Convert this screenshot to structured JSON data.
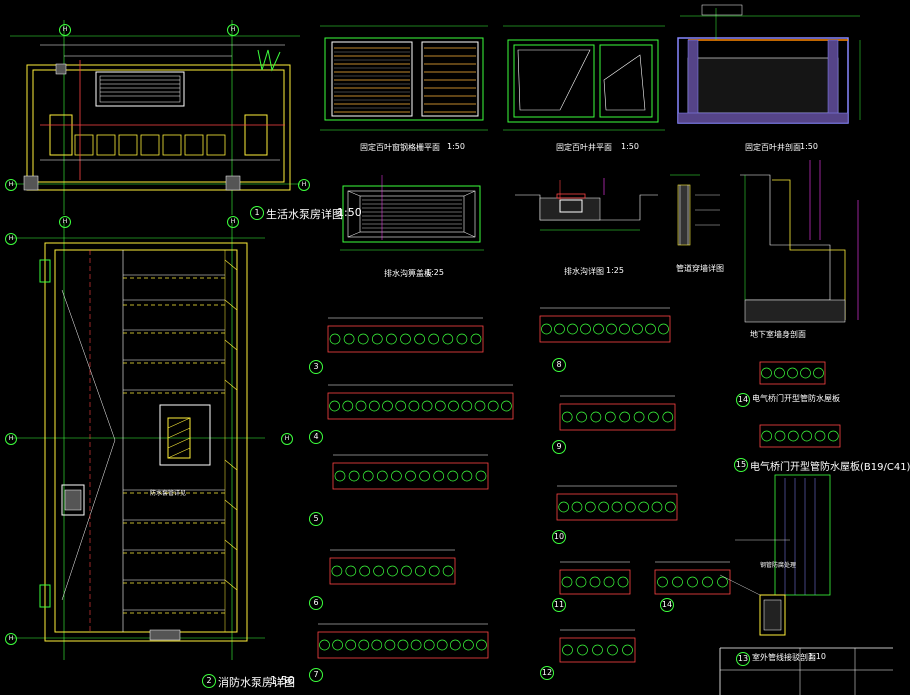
{
  "titles": {
    "t1": "生活水泵房详图",
    "t1_scale": "1:50",
    "t1_num": "1",
    "t2": "消防水泵房详图",
    "t2_scale": "1:50",
    "t2_num": "2",
    "grille_plan": "固定百叶窗钢格栅平面",
    "grille_plan_scale": "1:50",
    "cleanout_plan": "固定百叶井平面",
    "cleanout_plan_scale": "1:50",
    "cleanout_section": "固定百叶井剖面",
    "cleanout_section_scale": "1:50",
    "drain_cover": "排水沟箅盖板",
    "drain_cover_scale": "1:25",
    "drain_section": "排水沟详图",
    "drain_section_scale": "1:25",
    "pipe_detail": "管道穿墙详图",
    "basement_wall": "地下室墙身剖面",
    "d14": "电气桥门开型管防水屋板",
    "d15": "电气桥门开型管防水屋板(B19/C41)",
    "d13": "室外管线接驳剖面",
    "d13_scale": "1:10"
  },
  "callout_numbers": [
    "3",
    "4",
    "5",
    "6",
    "7",
    "8",
    "9",
    "10",
    "11",
    "12",
    "13",
    "14",
    "15"
  ],
  "axis_labels": [
    "H",
    "H",
    "H",
    "H",
    "H",
    "H",
    "H",
    "H",
    "H",
    "H"
  ],
  "notes": {
    "a": "防水套管详见",
    "b": "钢管防腐处理"
  }
}
